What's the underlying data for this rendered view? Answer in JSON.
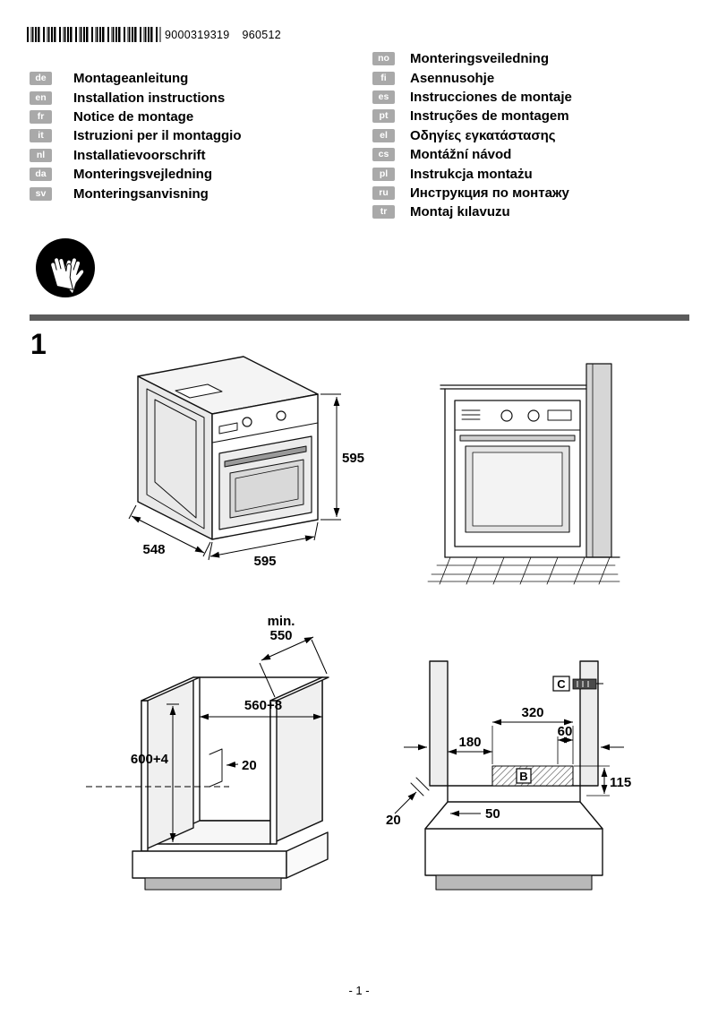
{
  "header": {
    "barcode_number": "9000319319",
    "print_code": "960512"
  },
  "languages_left": [
    {
      "code": "de",
      "title": "Montageanleitung"
    },
    {
      "code": "en",
      "title": "Installation instructions"
    },
    {
      "code": "fr",
      "title": "Notice de montage"
    },
    {
      "code": "it",
      "title": "Istruzioni per il montaggio"
    },
    {
      "code": "nl",
      "title": "Installatievoorschrift"
    },
    {
      "code": "da",
      "title": "Monteringsvejledning"
    },
    {
      "code": "sv",
      "title": "Monteringsanvisning"
    }
  ],
  "languages_right": [
    {
      "code": "no",
      "title": "Monteringsveiledning"
    },
    {
      "code": "fi",
      "title": "Asennusohje"
    },
    {
      "code": "es",
      "title": "Instrucciones de montaje"
    },
    {
      "code": "pt",
      "title": "Instruções de montagem"
    },
    {
      "code": "el",
      "title": "Οδηγίες εγκατάστασης"
    },
    {
      "code": "cs",
      "title": "Montážní návod"
    },
    {
      "code": "pl",
      "title": "Instrukcja montażu"
    },
    {
      "code": "ru",
      "title": "Инструкция по монтажу"
    },
    {
      "code": "tr",
      "title": "Montaj kılavuzu"
    }
  ],
  "section": {
    "number": "1"
  },
  "figures": {
    "oven": {
      "height": "595",
      "depth": "548",
      "width": "595"
    },
    "niche": {
      "depth_min_label": "min.",
      "depth_min_value": "550",
      "width": "560+8",
      "height": "600+4",
      "rear_gap": "20"
    },
    "cross_section": {
      "label_c": "C",
      "top_width": "320",
      "offset_right": "60",
      "offset_left": "180",
      "label_b": "B",
      "height_right": "115",
      "wall_setback": "20",
      "offset_bottom": "50"
    }
  },
  "footer": {
    "page_label": "- 1 -"
  }
}
